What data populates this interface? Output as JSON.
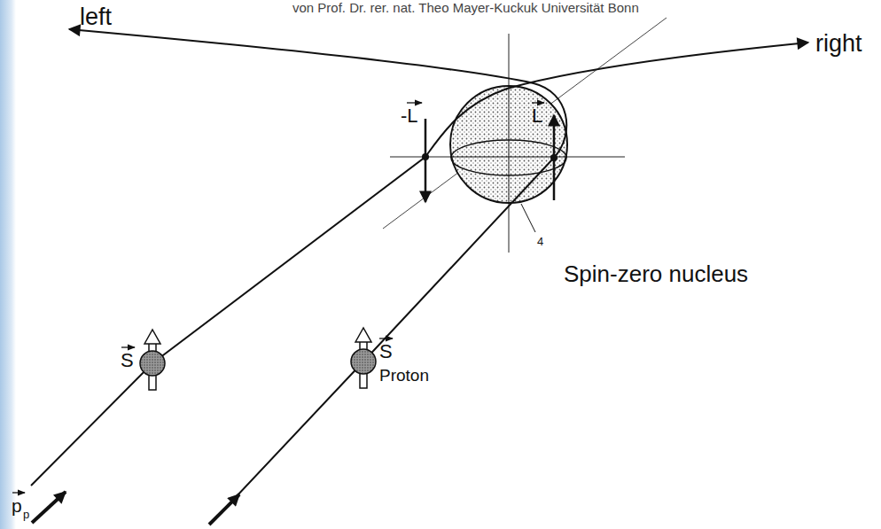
{
  "diagram": {
    "labels": [
      "von Prof. Dr. rer. nat. Theo Mayer-Kuckuk Universität Bonn",
      "left",
      "right",
      "-L",
      "L",
      "4",
      "Spin-zero nucleus",
      "S",
      "S",
      "Proton",
      "p",
      "p"
    ]
  }
}
